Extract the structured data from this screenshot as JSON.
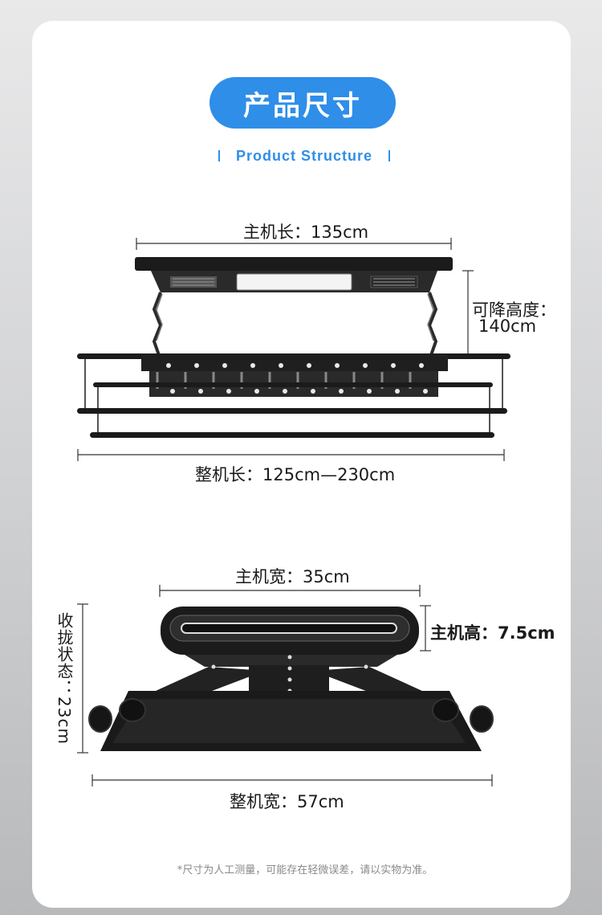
{
  "header": {
    "title": "产品尺寸",
    "subtitle": "Product Structure"
  },
  "front_view": {
    "host_length": "主机长：135cm",
    "lift_height_line1": "可降高度：",
    "lift_height_line2": "140cm",
    "total_length": "整机长：125cm—230cm"
  },
  "side_view": {
    "host_width": "主机宽：35cm",
    "host_height": "主机高：7.5cm",
    "folded_state": "收拢状态：23cm",
    "total_width": "整机宽：57cm"
  },
  "footnote": "*尺寸为人工测量，可能存在轻微误差，请以实物为准。",
  "colors": {
    "accent": "#2f8ee8",
    "product": "#1b1b1b",
    "dimension_line": "#333333"
  }
}
